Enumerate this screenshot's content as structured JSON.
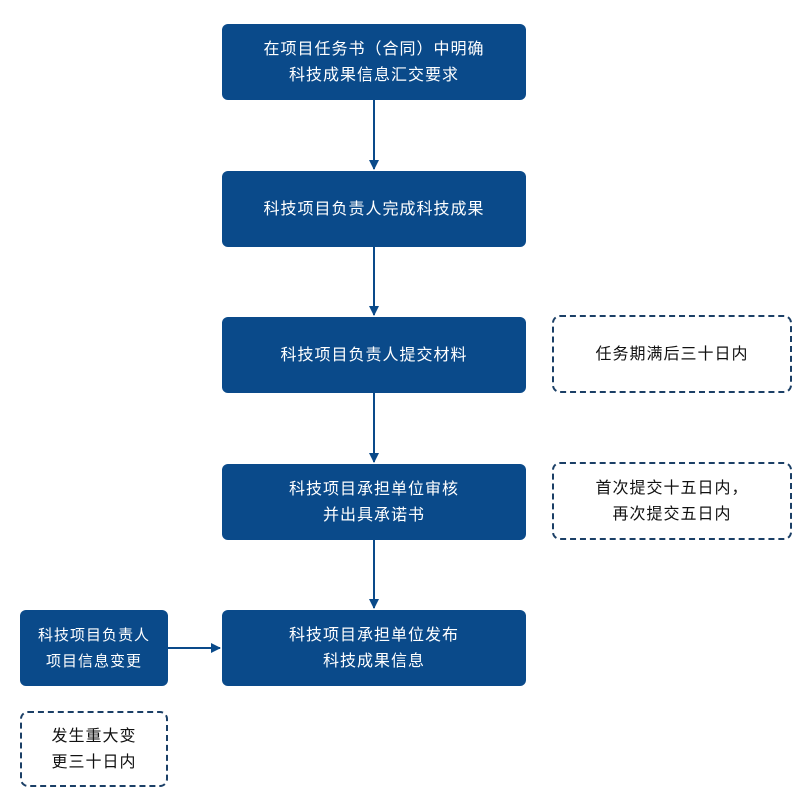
{
  "flow_steps": [
    {
      "line1": "在项目任务书（合同）中明确",
      "line2": "科技成果信息汇交要求"
    },
    {
      "line1": "科技项目负责人完成科技成果",
      "line2": ""
    },
    {
      "line1": "科技项目负责人提交材料",
      "line2": ""
    },
    {
      "line1": "科技项目承担单位审核",
      "line2": "并出具承诺书"
    },
    {
      "line1": "科技项目承担单位发布",
      "line2": "科技成果信息"
    }
  ],
  "side_box": {
    "line1": "科技项目负责人",
    "line2": "项目信息变更"
  },
  "notes": {
    "submit_deadline": {
      "line1": "任务期满后三十日内",
      "line2": ""
    },
    "review_deadline": {
      "line1": "首次提交十五日内，",
      "line2": "再次提交五日内"
    },
    "change_deadline": {
      "line1": "发生重大变",
      "line2": "更三十日内"
    }
  },
  "colors": {
    "box_fill": "#0a4a8a",
    "arrow": "#0a4a8a",
    "dashed_border": "#1b3f66"
  }
}
